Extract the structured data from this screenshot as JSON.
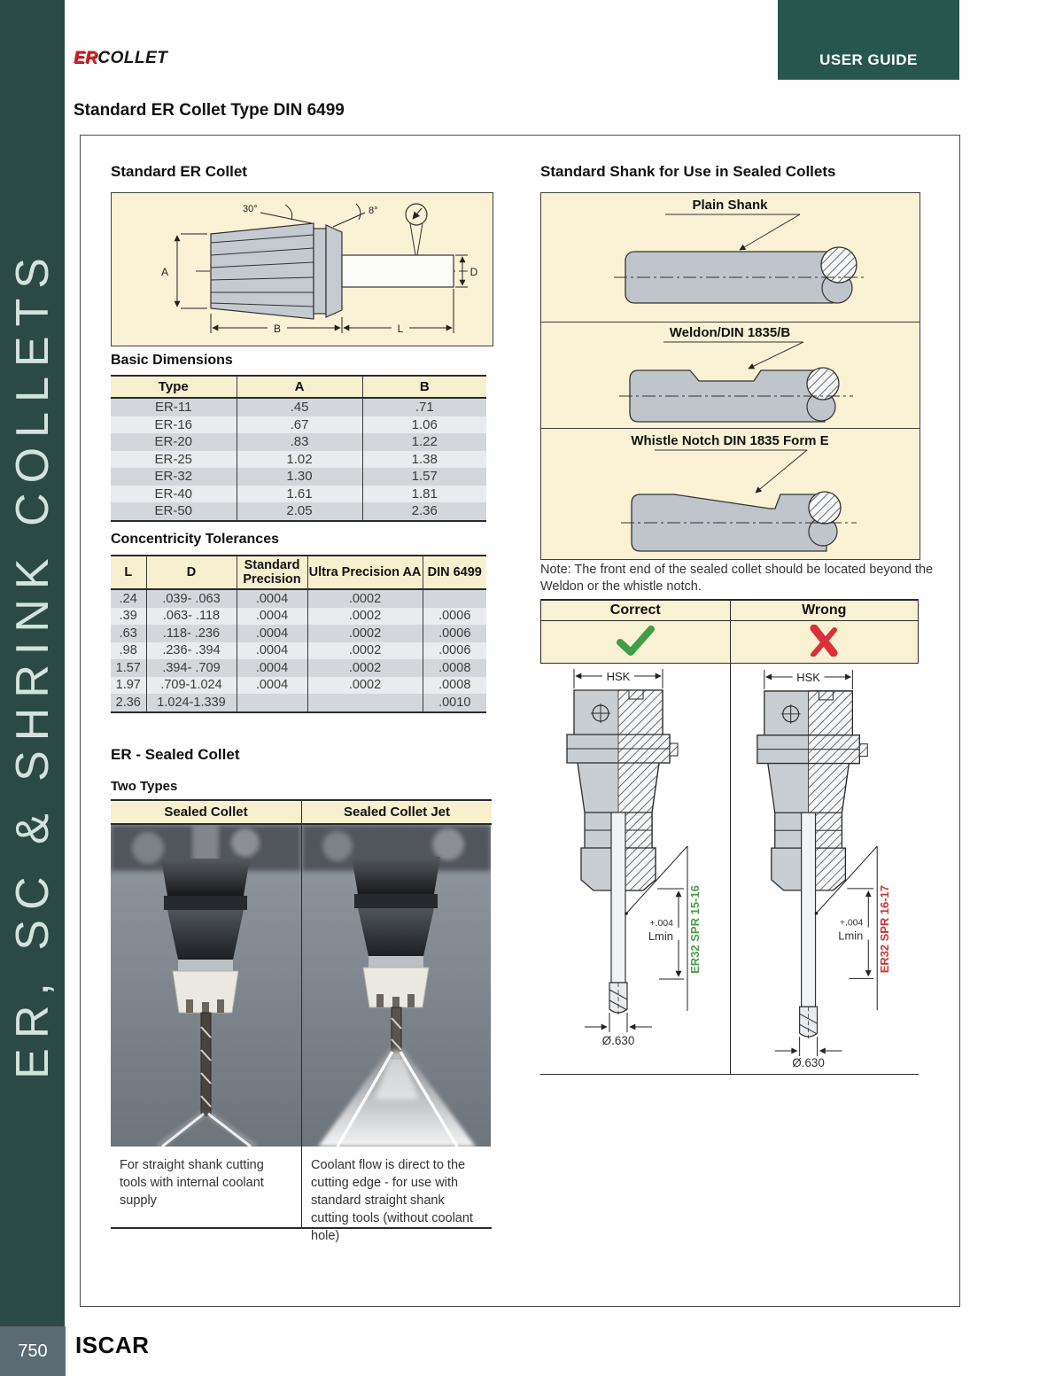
{
  "page": {
    "sidebar_text": "ER, SC & SHRINK COLLETS",
    "user_guide_label": "USER GUIDE",
    "logo": {
      "er": "ER",
      "collet": "COLLET"
    },
    "title": "Standard ER Collet Type DIN 6499",
    "footer": {
      "page_number": "750",
      "brand": "ISCAR"
    },
    "colors": {
      "teal": "#2b4a46",
      "cream": "#faf2d5",
      "header_cream": "#f7f0cf",
      "logo_red": "#d42027",
      "check_green": "#3f9e46",
      "cross_red": "#d9303a",
      "spr_green": "#4a9e4a",
      "spr_red": "#cc3333"
    }
  },
  "left": {
    "collet_section": {
      "heading": "Standard ER Collet",
      "labels": {
        "angle_30": "30°",
        "angle_8": "8°",
        "dim_a": "A",
        "dim_b": "B",
        "dim_l": "L",
        "dim_d": "D"
      }
    },
    "basic_dimensions": {
      "heading": "Basic Dimensions",
      "columns": [
        "Type",
        "A",
        "B"
      ],
      "rows": [
        [
          "ER-11",
          ".45",
          ".71"
        ],
        [
          "ER-16",
          ".67",
          "1.06"
        ],
        [
          "ER-20",
          ".83",
          "1.22"
        ],
        [
          "ER-25",
          "1.02",
          "1.38"
        ],
        [
          "ER-32",
          "1.30",
          "1.57"
        ],
        [
          "ER-40",
          "1.61",
          "1.81"
        ],
        [
          "ER-50",
          "2.05",
          "2.36"
        ]
      ]
    },
    "concentricity": {
      "heading": "Concentricity Tolerances",
      "columns": [
        "L",
        "D",
        "Standard Precision",
        "Ultra Precision AA",
        "DIN 6499"
      ],
      "rows": [
        [
          ".24",
          ".039- .063",
          ".0004",
          ".0002",
          ""
        ],
        [
          ".39",
          ".063- .118",
          ".0004",
          ".0002",
          ".0006"
        ],
        [
          ".63",
          ".118- .236",
          ".0004",
          ".0002",
          ".0006"
        ],
        [
          ".98",
          ".236- .394",
          ".0004",
          ".0002",
          ".0006"
        ],
        [
          "1.57",
          ".394- .709",
          ".0004",
          ".0002",
          ".0008"
        ],
        [
          "1.97",
          ".709-1.024",
          ".0004",
          ".0002",
          ".0008"
        ],
        [
          "2.36",
          "1.024-1.339",
          "",
          "",
          ".0010"
        ]
      ]
    },
    "sealed": {
      "heading": "ER - Sealed Collet",
      "subheading": "Two Types",
      "col_left": "Sealed Collet",
      "col_right": "Sealed Collet Jet",
      "caption_left": "For straight shank cutting tools with internal coolant supply",
      "caption_right": "Coolant flow is direct to the cutting edge - for use with standard straight shank cutting tools (without coolant hole)"
    }
  },
  "right": {
    "shank": {
      "heading": "Standard Shank for Use in Sealed Collets",
      "types": [
        "Plain Shank",
        "Weldon/DIN 1835/B",
        "Whistle Notch DIN 1835 Form E"
      ]
    },
    "note": "Note: The front end of the sealed collet should be located beyond the Weldon or the whistle notch.",
    "compare": {
      "correct_label": "Correct",
      "wrong_label": "Wrong",
      "hsk": "HSK",
      "tol": "+.004",
      "lmin": "Lmin",
      "correct_spr": "ER32 SPR 15-16",
      "wrong_spr": "ER32 SPR 16-17",
      "dia": "Ø.630",
      "icons": {
        "correct": "checkmark-icon",
        "wrong": "cross-icon"
      }
    }
  }
}
